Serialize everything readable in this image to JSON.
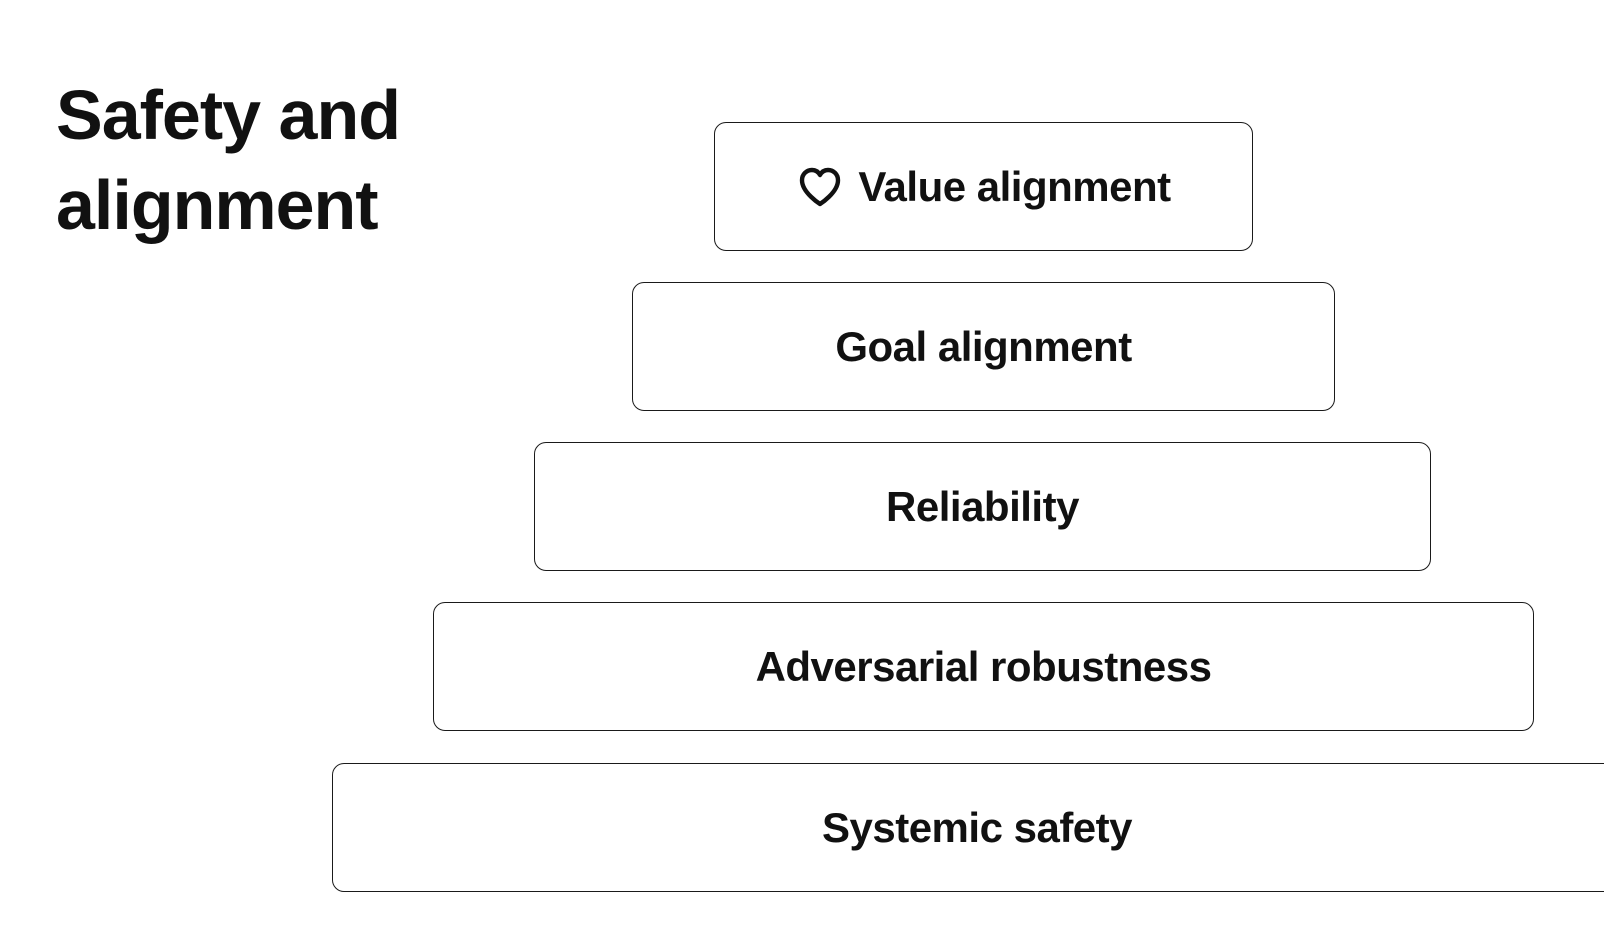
{
  "title": {
    "line1": "Safety and",
    "line2": "alignment"
  },
  "layers": [
    {
      "label": "Value alignment",
      "icon": "heart-icon"
    },
    {
      "label": "Goal alignment"
    },
    {
      "label": "Reliability"
    },
    {
      "label": "Adversarial robustness"
    },
    {
      "label": "Systemic safety"
    }
  ],
  "colors": {
    "background": "#ffffff",
    "text": "#111111",
    "border": "#1a1a1a"
  }
}
